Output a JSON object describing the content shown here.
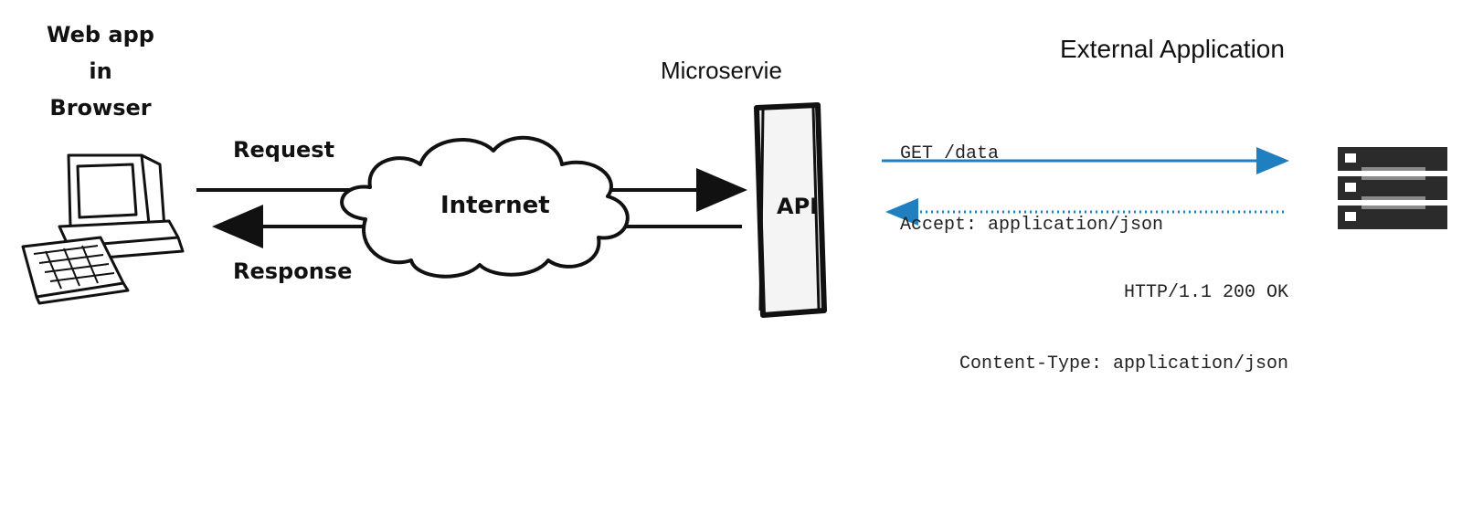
{
  "browser": {
    "label_line1": "Web app",
    "label_line2": "in",
    "label_line3": "Browser"
  },
  "arrows": {
    "request_label": "Request",
    "response_label": "Response"
  },
  "cloud": {
    "label": "Internet"
  },
  "microservice": {
    "title": "Microservie",
    "box_label": "API"
  },
  "external": {
    "title": "External Application",
    "request_line1": "GET /data",
    "request_line2": "Accept: application/json",
    "response_line1": "HTTP/1.1 200 OK",
    "response_line2": "Content-Type: application/json"
  },
  "colors": {
    "line": "#111111",
    "accent_blue": "#1f7fc0",
    "server": "#2b2b2b"
  },
  "icons": {
    "computer": "retro-computer-icon",
    "cloud": "cloud-icon",
    "server": "server-stack-icon"
  }
}
